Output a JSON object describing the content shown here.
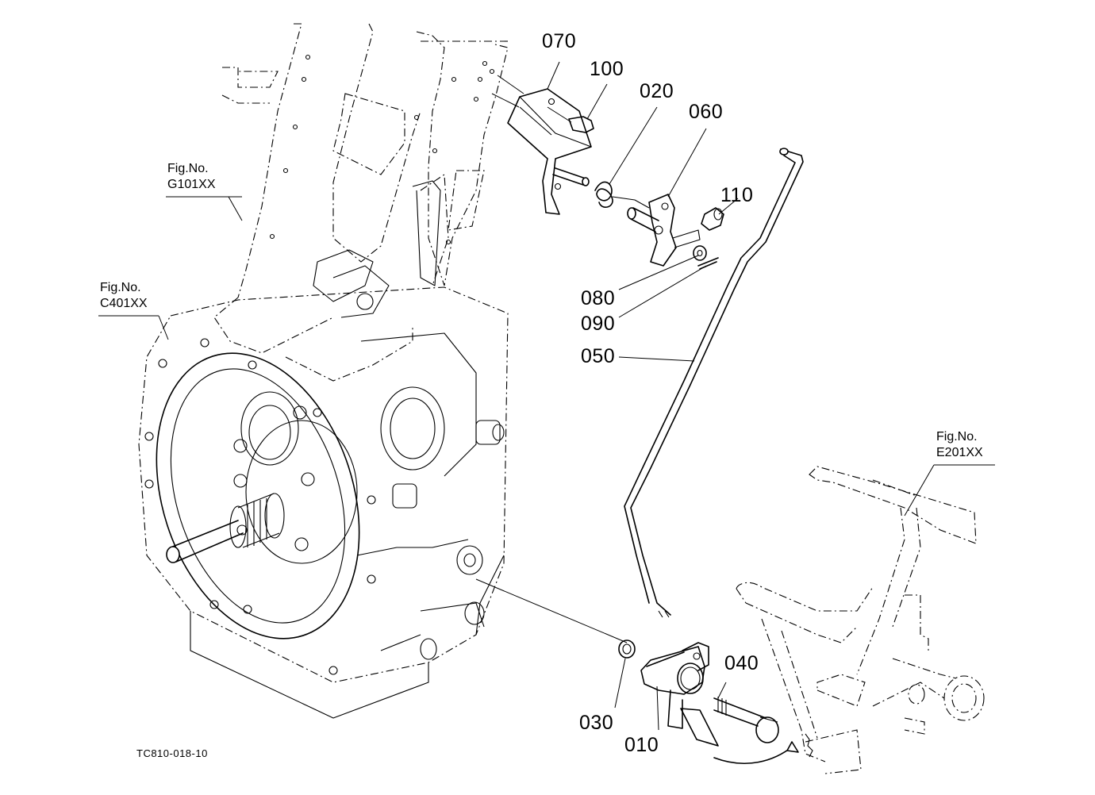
{
  "diagram": {
    "drawing_code": "TC810-018-10",
    "figure_references": [
      {
        "prefix": "Fig.No.",
        "id": "G101XX"
      },
      {
        "prefix": "Fig.No.",
        "id": "C401XX"
      },
      {
        "prefix": "Fig.No.",
        "id": "E201XX"
      }
    ],
    "part_numbers": [
      "070",
      "100",
      "020",
      "060",
      "110",
      "080",
      "090",
      "050",
      "040",
      "030",
      "010"
    ]
  }
}
